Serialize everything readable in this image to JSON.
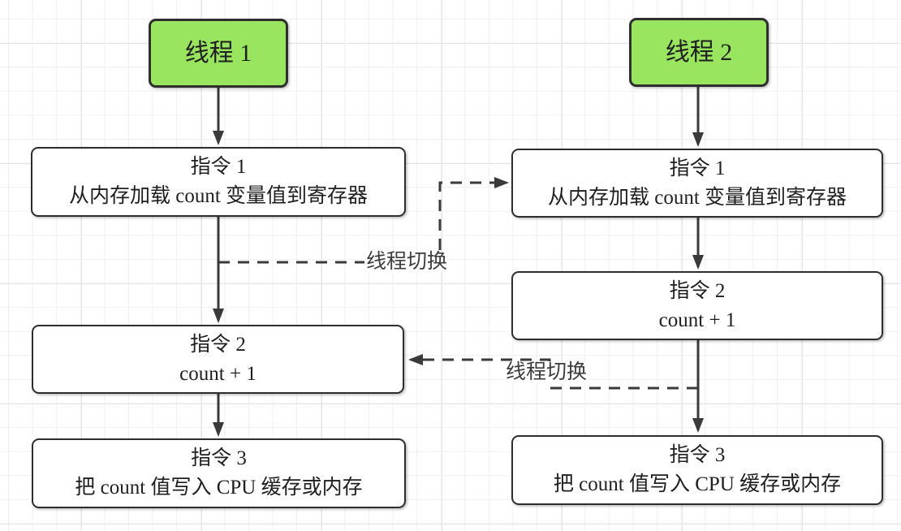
{
  "nodes": {
    "thread1": {
      "label": "线程 1"
    },
    "thread2": {
      "label": "线程 2"
    },
    "t1_inst1": {
      "title": "指令 1",
      "desc": "从内存加载 count 变量值到寄存器"
    },
    "t1_inst2": {
      "title": "指令 2",
      "desc": "count + 1"
    },
    "t1_inst3": {
      "title": "指令 3",
      "desc": "把 count 值写入 CPU 缓存或内存"
    },
    "t2_inst1": {
      "title": "指令 1",
      "desc": "从内存加载 count 变量值到寄存器"
    },
    "t2_inst2": {
      "title": "指令 2",
      "desc": "count + 1"
    },
    "t2_inst3": {
      "title": "指令 3",
      "desc": "把 count 值写入 CPU 缓存或内存"
    }
  },
  "labels": {
    "switch1": "线程切换",
    "switch2": "线程切换"
  },
  "colors": {
    "thread_fill": "#9ae55f",
    "node_bg": "#ffffff",
    "border": "#2e2e2e",
    "connector": "#3a3a3a",
    "text": "#1f1f1f"
  }
}
